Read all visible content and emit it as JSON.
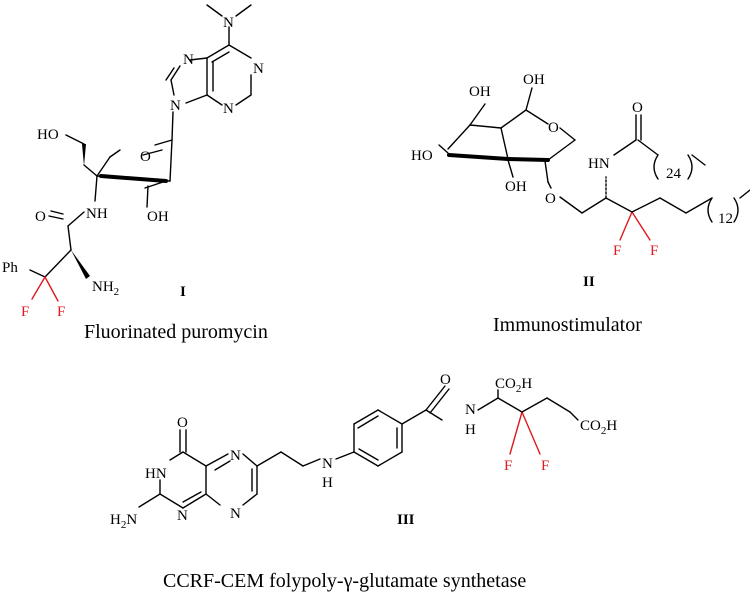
{
  "colors": {
    "ink": "#000000",
    "fluorine": "#e0191f",
    "background": "#ffffff"
  },
  "compounds": [
    {
      "numeral": "I",
      "caption": "Fluorinated puromycin",
      "atoms": {
        "ho": "HO",
        "o_ring": "O",
        "n9": "N",
        "n7": "N",
        "n1": "N",
        "n3": "N",
        "n_dimethyl": "N",
        "o_amide": "O",
        "nh": "NH",
        "oh": "OH",
        "ph": "Ph",
        "nh2": "NH",
        "nh2_sub": "2",
        "f1": "F",
        "f2": "F"
      }
    },
    {
      "numeral": "II",
      "caption": "Immunostimulator",
      "atoms": {
        "oh_top": "OH",
        "oh_ch2": "OH",
        "o_ring": "O",
        "ho_left": "HO",
        "oh_bottom": "OH",
        "o_glyco": "O",
        "o_carbonyl": "O",
        "hn": "HN",
        "chain_24": "24",
        "chain_12": "12",
        "f1": "F",
        "f2": "F"
      }
    },
    {
      "numeral": "III",
      "caption": "CCRF-CEM folypoly-γ-glutamate synthetase",
      "atoms": {
        "o_keto": "O",
        "hn_ring": "HN",
        "n5": "N",
        "n8": "N",
        "n1": "N",
        "h2n": "H",
        "h2n_sub": "2",
        "h2n_n": "N",
        "nh_link": "N",
        "nh_link_h": "H",
        "o_amide": "O",
        "co2h_top": "CO",
        "co2h_top_sub": "2",
        "co2h_top_h": "H",
        "nh_amide": "N",
        "nh_amide_h": "H",
        "co2h_right": "CO",
        "co2h_right_sub": "2",
        "co2h_right_h": "H",
        "f1": "F",
        "f2": "F"
      }
    }
  ]
}
